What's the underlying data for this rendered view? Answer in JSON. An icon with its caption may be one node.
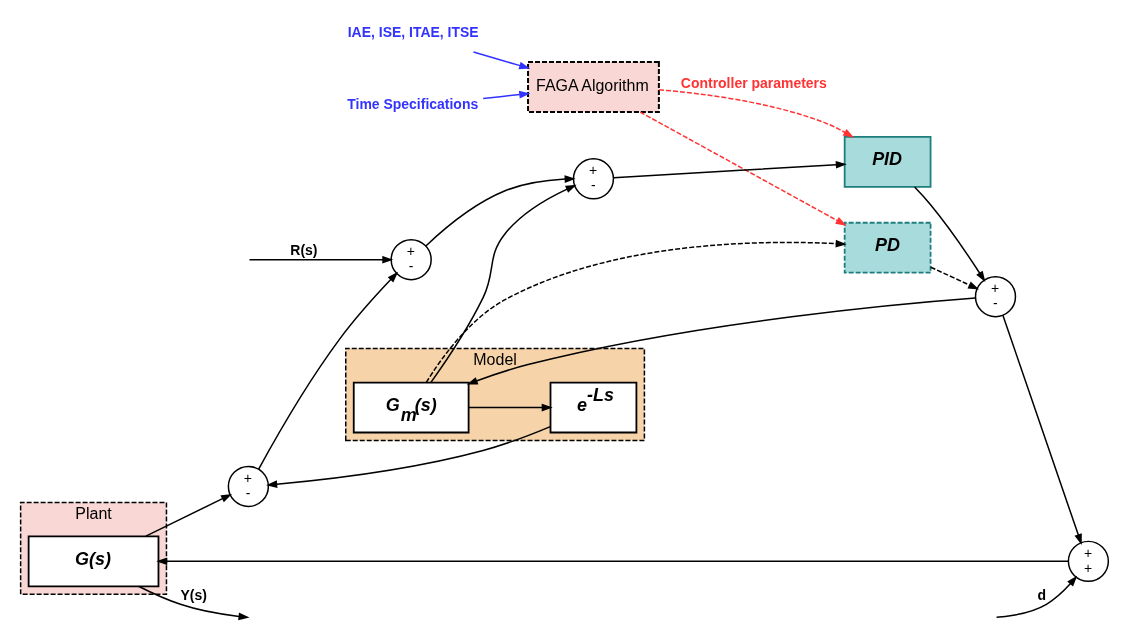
{
  "diagram": {
    "nodes": [
      {
        "text": [
          "FAGA Algorithm"
        ]
      },
      {
        "text": [
          "IAE, ISE, ITAE, ITSE"
        ]
      },
      {
        "text": [
          "Time Specifications"
        ]
      },
      {
        "text": [
          "+",
          "-"
        ]
      },
      {
        "text": [
          "+",
          "-"
        ]
      },
      {
        "text": [
          "PID"
        ]
      },
      {
        "text": [
          "+",
          "-"
        ]
      },
      {
        "text": [
          "+",
          "+"
        ]
      },
      {
        "text": [
          "Plant"
        ]
      },
      {
        "text": [
          "G(s)"
        ],
        "in": 8
      },
      {
        "text": [
          "Model"
        ]
      },
      {
        "text": [
          "G$_{m}$(s)"
        ],
        "in": 10
      },
      {
        "text": [
          "e$^{-Ls}$"
        ],
        "in": 10
      },
      {
        "text": [
          "+",
          "-"
        ]
      },
      {
        "text": [
          "PD"
        ]
      }
    ],
    "edges": [
      {
        "from": 1,
        "to": 0,
        "arrow": "to",
        "color": "#3333ff"
      },
      {
        "from": 2,
        "to": 0,
        "arrow": "to",
        "color": "#3333ff"
      },
      {
        "from": 0,
        "to": 5,
        "arrow": "to",
        "label": "Controller parameters",
        "style": "dashed",
        "color": "#ff3333"
      },
      {
        "from": 0,
        "to": 14,
        "arrow": "to",
        "style": "dashed",
        "color": "#ff3333"
      },
      {
        "from": null,
        "to": 3,
        "arrow": "to",
        "label": "R(s)"
      },
      {
        "from": 3,
        "to": 4,
        "arrow": "to"
      },
      {
        "from": 4,
        "to": 5,
        "arrow": "to"
      },
      {
        "from": 5,
        "to": 6,
        "arrow": "to"
      },
      {
        "from": 6,
        "to": 7,
        "arrow": "to"
      },
      {
        "from": 6,
        "to": 11,
        "arrow": "to"
      },
      {
        "from": null,
        "to": 7,
        "arrow": "to",
        "label": "d"
      },
      {
        "from": 7,
        "to": 9,
        "arrow": "to"
      },
      {
        "from": 9,
        "to": null,
        "arrow": "to",
        "label": "Y(s)"
      },
      {
        "from": 9,
        "to": 13,
        "arrow": "to"
      },
      {
        "from": 11,
        "to": 12,
        "arrow": "to"
      },
      {
        "from": 12,
        "to": 13,
        "arrow": "to"
      },
      {
        "from": 11,
        "to": 4,
        "arrow": "to"
      },
      {
        "from": 11,
        "to": 14,
        "arrow": "to",
        "style": "dashed"
      },
      {
        "from": 14,
        "to": 6,
        "arrow": "to",
        "style": "dashed"
      },
      {
        "from": 13,
        "to": 3,
        "arrow": "to"
      }
    ]
  }
}
